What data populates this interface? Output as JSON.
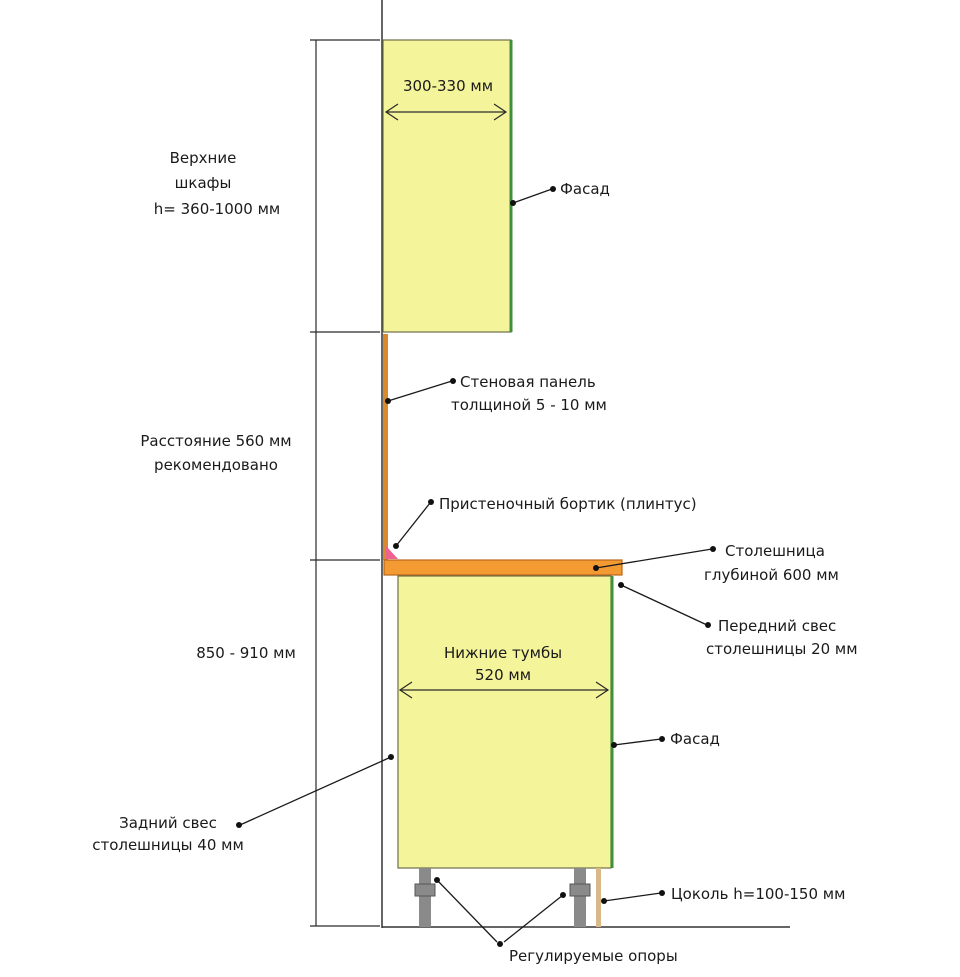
{
  "colors": {
    "cabinet_fill": "#f4f49a",
    "cabinet_stroke": "#6e6e4a",
    "facade_edge": "#3f8f3f",
    "wall_panel": "#d98b2b",
    "countertop": "#f39a33",
    "countertop_stroke": "#b8661c",
    "plinth_molding": "#f06090",
    "legs": "#8a8a8a",
    "plinth": "#d9b88a"
  },
  "labels": {
    "upper_width": "300-330 мм",
    "upper_title_line1": "Верхние",
    "upper_title_line2": "шкафы",
    "upper_title_line3": "h= 360-1000 мм",
    "facade_upper": "Фасад",
    "wall_panel_line1": "Стеновая панель",
    "wall_panel_line2": "толщиной 5 - 10 мм",
    "distance_line1": "Расстояние 560 мм",
    "distance_line2": "рекомендовано",
    "plinth_molding": "Пристеночный бортик (плинтус)",
    "countertop_line1": "Столешница",
    "countertop_line2": "глубиной 600 мм",
    "front_overhang_line1": "Передний свес",
    "front_overhang_line2": "столешницы 20 мм",
    "lower_height": "850 - 910 мм",
    "lower_title_line1": "Нижние тумбы",
    "lower_title_line2": "520 мм",
    "facade_lower": "Фасад",
    "rear_overhang_line1": "Задний свес",
    "rear_overhang_line2": "столешницы 40 мм",
    "plinth": "Цоколь h=100-150 мм",
    "legs": "Регулируемые опоры"
  }
}
